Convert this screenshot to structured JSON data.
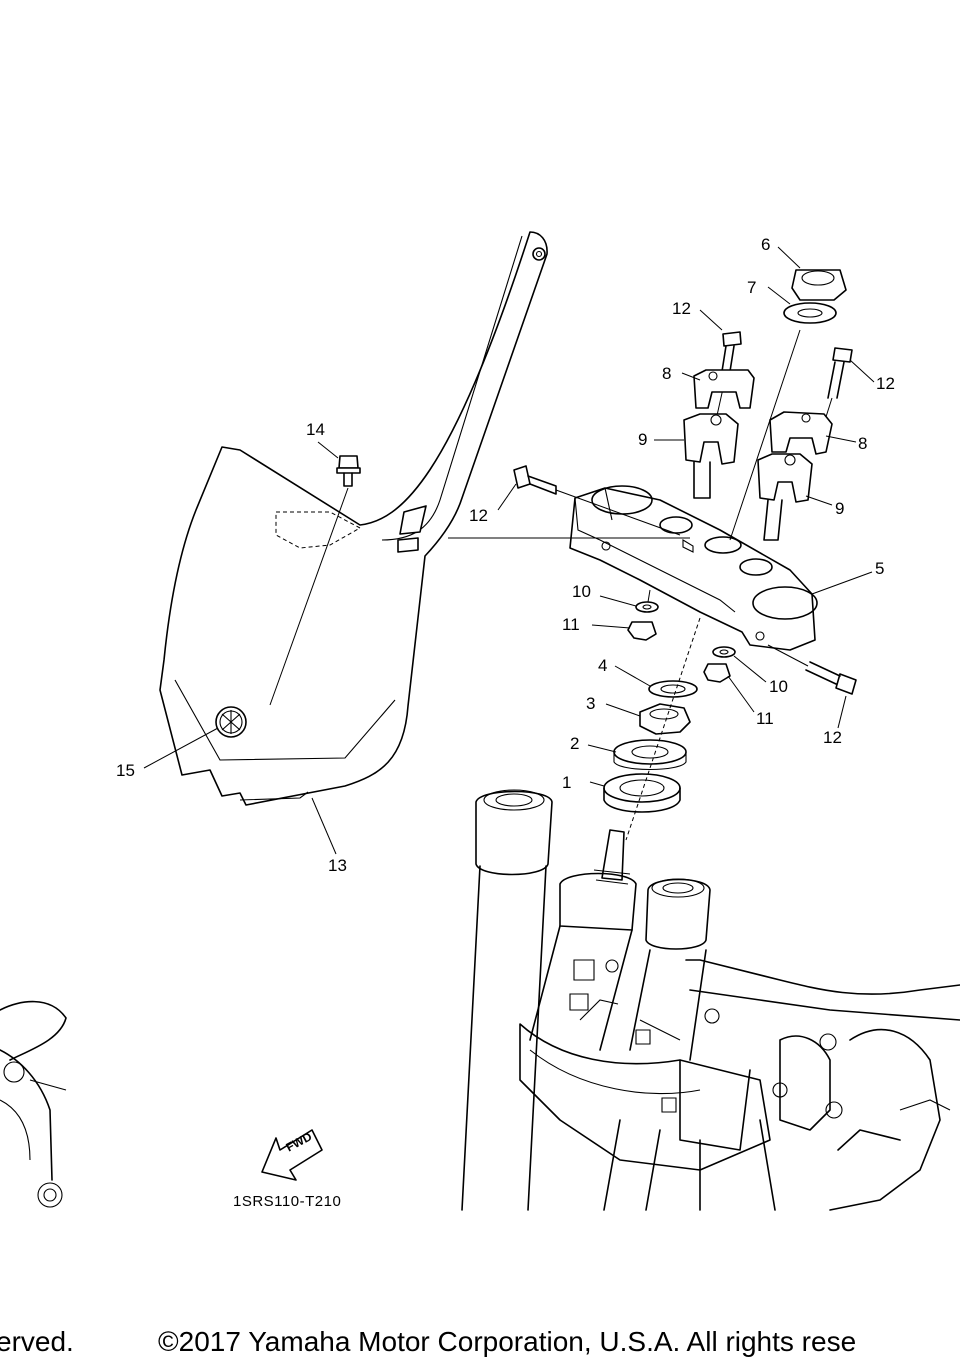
{
  "diagram": {
    "figure_code": "1SRS110-T210",
    "fwd_label": "FWD",
    "callouts": {
      "c1": "1",
      "c2": "2",
      "c3": "3",
      "c4": "4",
      "c5": "5",
      "c6": "6",
      "c7": "7",
      "c8a": "8",
      "c8b": "8",
      "c9a": "9",
      "c9b": "9",
      "c10a": "10",
      "c10b": "10",
      "c11a": "11",
      "c11b": "11",
      "c12a": "12",
      "c12b": "12",
      "c12c": "12",
      "c12d": "12",
      "c13": "13",
      "c14": "14",
      "c15": "15"
    }
  },
  "footer": {
    "left_text": "erved.",
    "copyright": "©2017 Yamaha Motor Corporation, U.S.A. All rights rese"
  }
}
